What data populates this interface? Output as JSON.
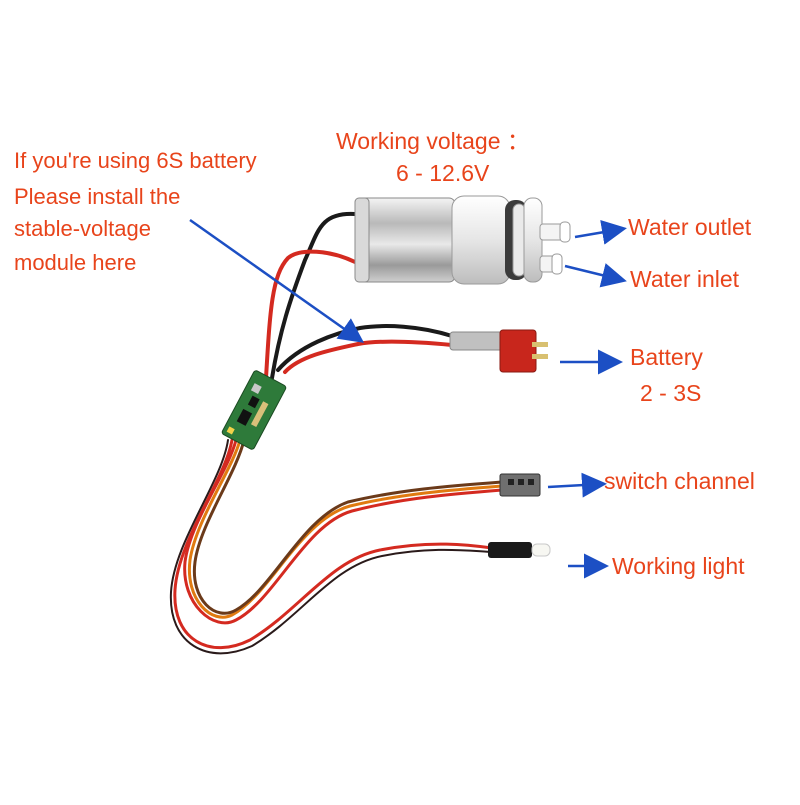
{
  "pump_spec": {
    "title": "Working voltage ：",
    "value": "6 - 12.6V"
  },
  "note": {
    "line1": "If you're using 6S battery",
    "line2": "Please install the",
    "line3": "stable-voltage",
    "line4": "module here"
  },
  "callouts": {
    "water_outlet": "Water outlet",
    "water_inlet": "Water inlet",
    "battery": "Battery",
    "battery_cells": "2 - 3S",
    "switch_channel": "switch channel",
    "working_light": "Working light"
  },
  "colors": {
    "label_text": "#e8441b",
    "arrow": "#1c4fc4",
    "red_wire": "#d42a20",
    "black_wire": "#1a1a1a",
    "orange_wire": "#e07a10",
    "brown_wire": "#6b3a1a",
    "pcb": "#2e7a3a",
    "t_connector": "#c8261c"
  }
}
